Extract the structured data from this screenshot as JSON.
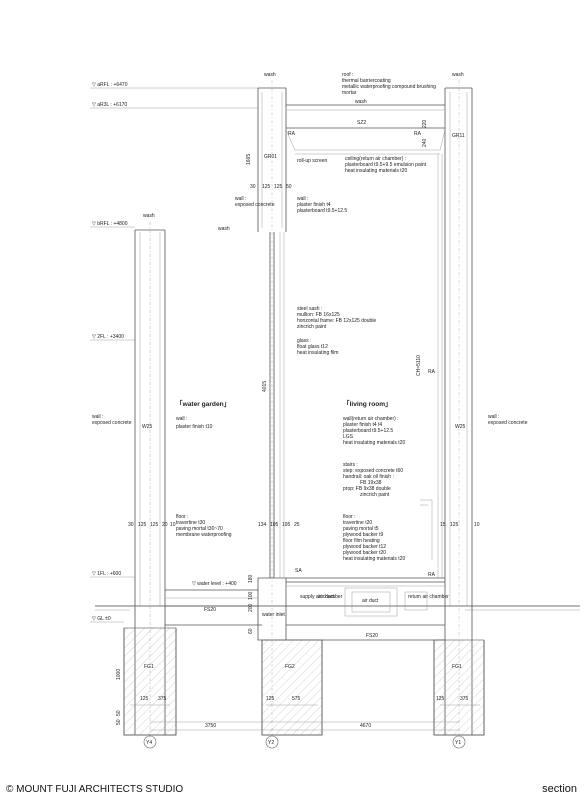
{
  "footer": {
    "copyright": "© MOUNT FUJI ARCHITECTS STUDIO",
    "title": "section"
  },
  "levels": [
    "▽ aRFL : +6470",
    "▽ aR3L : +6170",
    "▽ bRFL : +4800",
    "▽ 2FL : +3400",
    "▽ 1FL : +600",
    "▽ GL ±0"
  ],
  "rooms": {
    "water_garden": "「water garden」",
    "living_room": "「living room」"
  },
  "top_labels": {
    "wash_left": "wash",
    "wash_right": "wash",
    "wash_mid": "wash",
    "wash_bRFL": "wash",
    "sz2": "SZ2"
  },
  "roof_note": [
    "roof :",
    "thermal barriercoating",
    "metallic waterproofing compound brushing",
    "mortar"
  ],
  "ceiling_note": [
    "ceiling(return air chamber) :",
    "plasterboard t9.5+9.5 emulsion paint",
    "heat insulating materials t20"
  ],
  "roll_up": "roll-up screen",
  "wall_upper_left": [
    "wall :",
    "exposed concrete"
  ],
  "wall_upper_mid": [
    "wall :",
    "plaster finish t4",
    "plasterboard t9.5+12.5"
  ],
  "steel_sash": [
    "steel sash :",
    "mullion: FB 16x125",
    "horizontal frame: FB 12x125 double",
    "zincrich paint",
    "",
    "glass :",
    "float glass t12",
    "heat insulating film"
  ],
  "wall_left": [
    "wall :",
    "exposed concrete"
  ],
  "wall_water": [
    "wall :",
    "plaster finish t10"
  ],
  "wall_right": [
    "wall :",
    "exposed concrete"
  ],
  "wall_living": [
    "wall(return air chamber) :",
    "plaster finish t4 t4",
    "plasterboard t9.5+12.5",
    "LGS",
    "heat insulating materials t20"
  ],
  "stairs": [
    "stairs :",
    "step: exposed concrete t60",
    "handrail: oak oil finish :",
    "FB 19x38",
    "prop: FB 9x38 double",
    "zincrich paint"
  ],
  "floor_left": [
    "floor :",
    "travertine t30",
    "paving mortal t30~70",
    "membrane waterproofing"
  ],
  "floor_right": [
    "floor :",
    "travertine t20",
    "paving mortal t5",
    "plywood backer t9",
    "floor film heating",
    "plywood backer t12",
    "plywood backer t20",
    "heat insulating materials t20"
  ],
  "small_labels": {
    "ra1": "RA",
    "ra2": "RA",
    "ra3": "RA",
    "ra4": "RA",
    "sa": "SA",
    "gr1": "GR01",
    "gr2": "GR11",
    "w25a": "W25",
    "w25b": "W25",
    "fs20a": "FS20",
    "fs20b": "FS20",
    "fg1a": "FG1",
    "fg2": "FG2",
    "fg1b": "FG1",
    "water_level": "▽ water level : +400",
    "supply_air": "supply air chamber",
    "air_duct1": "air duct",
    "air_duct2": "air duct",
    "return_air": "return air chamber",
    "water_inlet": "water inlet",
    "ch": "CH=5110",
    "wash2": "wash"
  },
  "dims": {
    "top_left": [
      "30",
      "125",
      "125",
      "50"
    ],
    "row_left": [
      "30",
      "125",
      "125",
      "20",
      "10"
    ],
    "row_mid": [
      "134",
      "105",
      "195",
      "25"
    ],
    "row_right": [
      "15",
      "125",
      "10"
    ],
    "base_left": [
      "125",
      "375"
    ],
    "base_mid": [
      "125",
      "575"
    ],
    "base_right": [
      "125",
      "375"
    ],
    "bottom": [
      "3750",
      "4670"
    ],
    "vertical": [
      "1665",
      "4015",
      "1000",
      "50",
      "50",
      "180",
      "200",
      "100",
      "60"
    ],
    "top_right": [
      "220",
      "240"
    ]
  },
  "grid_axes": [
    "Y4",
    "Y2",
    "Y1"
  ]
}
